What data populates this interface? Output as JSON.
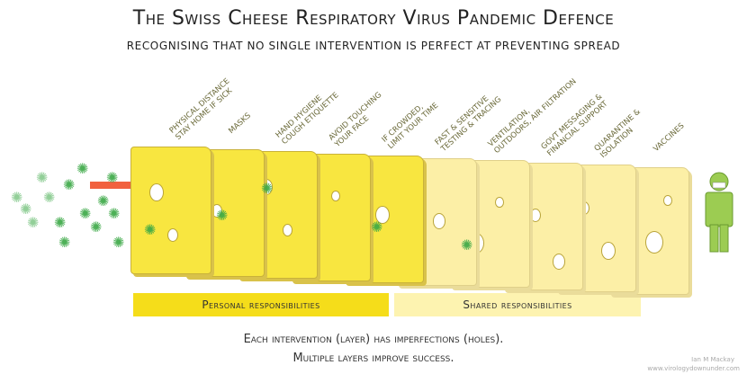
{
  "title": "The Swiss Cheese Respiratory Virus Pandemic Defence",
  "subtitle": "Recognising that no single intervention is perfect at preventing spread",
  "layers": [
    {
      "label": "Physical distance\nStay home if sick",
      "group": "personal"
    },
    {
      "label": "Masks",
      "group": "personal"
    },
    {
      "label": "Hand hygiene\nCough etiquette",
      "group": "personal"
    },
    {
      "label": "Avoid touching\nyour face",
      "group": "personal"
    },
    {
      "label": "If crowded,\nlimit your time",
      "group": "personal"
    },
    {
      "label": "Fast & sensitive\ntesting & tracing",
      "group": "shared"
    },
    {
      "label": "Ventilation,\noutdoors, air filtration",
      "group": "shared"
    },
    {
      "label": "Govt messaging &\nfinancial support",
      "group": "shared"
    },
    {
      "label": "Quarantine &\nisolation",
      "group": "shared"
    },
    {
      "label": "Vaccines",
      "group": "shared"
    }
  ],
  "groups": {
    "personal": "Personal responsibilities",
    "shared": "Shared responsibilities"
  },
  "colors": {
    "personal": "#f5dd1a",
    "shared": "#fdf3b0",
    "virus": "#3aa845",
    "arrow": "#f0502a",
    "person": "#9ccc52"
  },
  "bottom_line1": "Each intervention (layer) has imperfections (holes).",
  "bottom_line2": "Multiple layers improve success.",
  "credit_name": "Ian M Mackay",
  "credit_site": "www.virologydownunder.com"
}
